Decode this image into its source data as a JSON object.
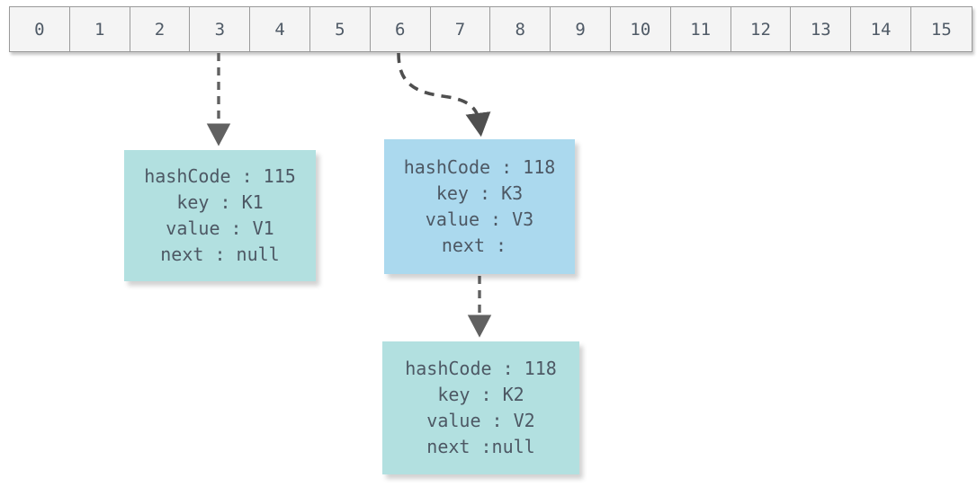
{
  "diagram": {
    "title": "HashMap bucket array with linked entry nodes",
    "background_color": "#ffffff",
    "text_color": "#4d5864"
  },
  "bucket_array": {
    "name": "hash-bucket-array",
    "cell_fill": "#f4f4f4",
    "cell_border": "#9a9a9a",
    "indices": [
      "0",
      "1",
      "2",
      "3",
      "4",
      "5",
      "6",
      "7",
      "8",
      "9",
      "10",
      "11",
      "12",
      "13",
      "14",
      "15"
    ]
  },
  "nodes": [
    {
      "id": "node-k1",
      "fill": "#b2e0e0",
      "source_bucket": "3",
      "lines": [
        "hashCode : 115",
        "key : K1",
        "value : V1",
        "next : null"
      ],
      "fields": {
        "hashCode": "115",
        "key": "K1",
        "value": "V1",
        "next": "null"
      }
    },
    {
      "id": "node-k3",
      "fill": "#abd9ee",
      "source_bucket": "6",
      "lines": [
        "hashCode : 118",
        "key : K3",
        "value : V3",
        "next : "
      ],
      "fields": {
        "hashCode": "118",
        "key": "K3",
        "value": "V3",
        "next": ""
      }
    },
    {
      "id": "node-k2",
      "fill": "#b2e0e0",
      "source_bucket": "",
      "lines": [
        "hashCode : 118",
        "key : K2",
        "value : V2",
        "next :null"
      ],
      "fields": {
        "hashCode": "118",
        "key": "K2",
        "value": "V2",
        "next": "null"
      }
    }
  ],
  "arrows": [
    {
      "name": "arrow-bucket3-to-node-k1",
      "from": "bucket-cell-3",
      "to": "node-k1",
      "style": "dashed-straight",
      "color": "#5a5a5a"
    },
    {
      "name": "arrow-bucket6-to-node-k3",
      "from": "bucket-cell-6",
      "to": "node-k3",
      "style": "dashed-curved",
      "color": "#4a4a4a"
    },
    {
      "name": "arrow-node-k3-to-node-k2",
      "from": "node-k3",
      "to": "node-k2",
      "style": "dashed-straight",
      "color": "#6a6a6a"
    }
  ]
}
